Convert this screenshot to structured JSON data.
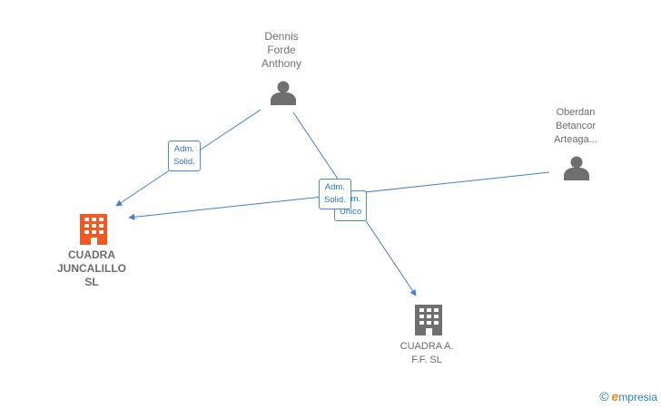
{
  "nodes": {
    "dennis": {
      "label": "Dennis\nForde\nAnthony",
      "icon": "person-icon"
    },
    "oberdan": {
      "label": "Oberdan\nBetancor\nArteaga...",
      "icon": "person-icon"
    },
    "cuadra_juncalillo": {
      "label": "CUADRA\nJUNCALILLO\nSL",
      "icon": "building-icon",
      "color": "#f05a22"
    },
    "cuadra_af": {
      "label": "CUADRA A.\nF.F.  SL",
      "icon": "building-icon",
      "color": "#6f6f6f"
    }
  },
  "edges": {
    "e1": {
      "label": "Adm.\nSolid."
    },
    "e2": {
      "label": "Adm.\nSolid."
    },
    "e3": {
      "label": "Adm.\nUnico"
    }
  },
  "brand": {
    "copyright": "©",
    "e": "e",
    "name": "mpresia"
  },
  "colors": {
    "edge": "#3f7fd0",
    "person": "#6f6f6f"
  }
}
